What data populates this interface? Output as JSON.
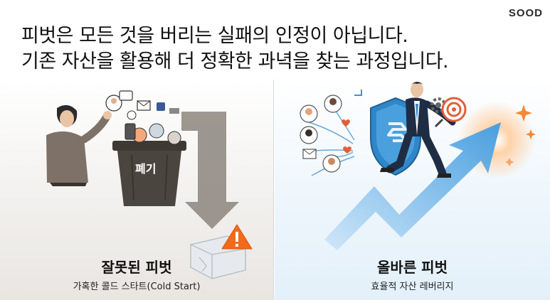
{
  "brand": "SOOD",
  "headline": {
    "line1": "피벗은 모든 것을 버리는 실패의 인정이 아닙니다.",
    "line2": "기존 자산을 활용해 더 정확한 과녁을 찾는 과정입니다."
  },
  "left": {
    "trash_label": "폐기",
    "title": "잘못된 피벗",
    "subtitle": "가혹한 콜드 스타트(Cold Start)"
  },
  "right": {
    "title": "올바른 피벗",
    "subtitle": "효율적 자산 레버리지"
  },
  "colors": {
    "warning": "#f26a1b",
    "shield": "#2f86c9",
    "arrow": "#4aa3e6",
    "trash": "#4b4540",
    "down_arrow": "#8c857e"
  }
}
